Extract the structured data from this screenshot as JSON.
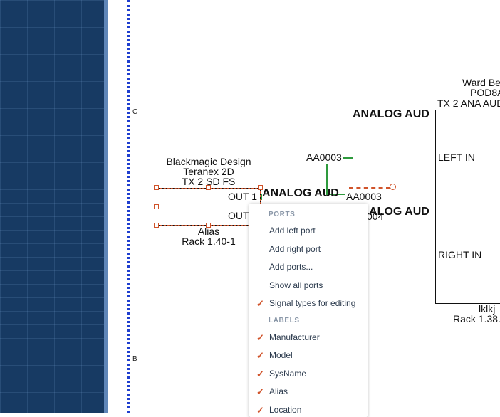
{
  "zones": {
    "c": "C",
    "b": "B"
  },
  "left_device": {
    "manufacturer": "Blackmagic Design",
    "model": "Teranex 2D",
    "sysname": "TX 2 SD FS",
    "ports": [
      "OUT 1",
      "OUT"
    ],
    "alias": "Alias",
    "location": "Rack 1.40-1"
  },
  "signals": {
    "analog_aud_a": "ANALOG AUD",
    "analog_aud_b": "ANALOG AUD",
    "analog_aud_c": "ANALOG AUD",
    "aa0003_top": "AA0003",
    "aa0003_wire": "AA0003",
    "partial_004": "004"
  },
  "right_device": {
    "manufacturer": "Ward Be",
    "model": "POD8A",
    "sysname": "TX 2 ANA AUD",
    "ports": [
      "LEFT IN",
      "RIGHT IN"
    ],
    "alias": "lklkj",
    "location": "Rack 1.38."
  },
  "colors": {
    "selection": "#d0532a",
    "wire": "#2e9a3d",
    "grid": "#173a63"
  },
  "context_menu": {
    "sections": [
      {
        "title": "PORTS",
        "items": [
          {
            "label": "Add left port",
            "checked": false
          },
          {
            "label": "Add right port",
            "checked": false
          },
          {
            "label": "Add ports...",
            "checked": false
          },
          {
            "label": "Show all ports",
            "checked": false
          },
          {
            "label": "Signal types for editing",
            "checked": true
          }
        ]
      },
      {
        "title": "LABELS",
        "items": [
          {
            "label": "Manufacturer",
            "checked": true
          },
          {
            "label": "Model",
            "checked": true
          },
          {
            "label": "SysName",
            "checked": true
          },
          {
            "label": "Alias",
            "checked": true
          },
          {
            "label": "Location",
            "checked": true
          }
        ]
      }
    ]
  }
}
